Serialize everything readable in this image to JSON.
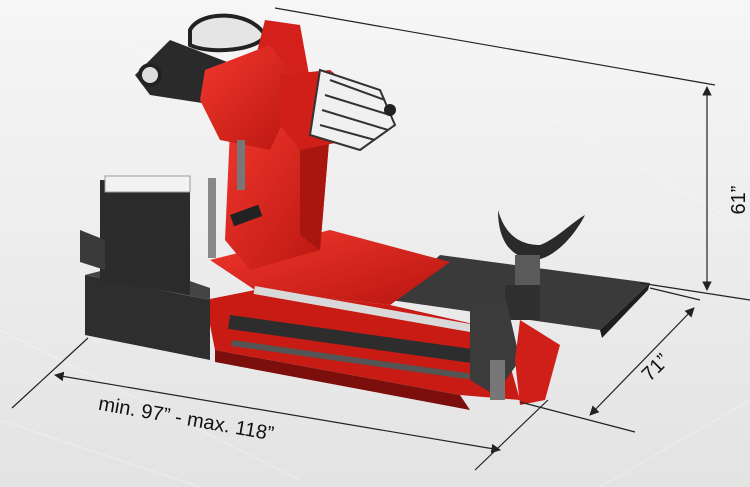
{
  "dimensions": {
    "width_label": "min. 97” - max. 118”",
    "depth_label": "71”",
    "height_label": "61”"
  },
  "colors": {
    "body_red": "#e0231c",
    "dark_red": "#9e1510",
    "black_panel": "#2a2a2a",
    "dimension_line": "#222222",
    "background": "#ededed"
  },
  "icons": {
    "machine": "truck-tire-changer-machine-illustration"
  }
}
